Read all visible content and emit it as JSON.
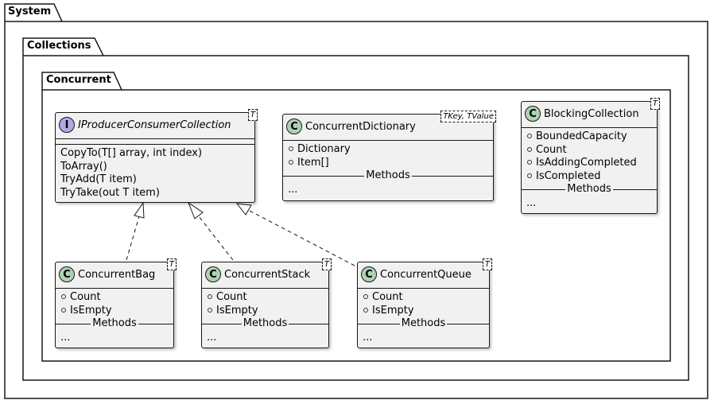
{
  "packages": {
    "system": "System",
    "collections": "Collections",
    "concurrent": "Concurrent"
  },
  "iproducer": {
    "badge": "I",
    "name": "IProducerConsumerCollection",
    "tparam": "T",
    "ops": [
      "CopyTo(T[] array, int index)",
      "ToArray()",
      "TryAdd(T item)",
      "TryTake(out T item)"
    ]
  },
  "dictionary": {
    "badge": "C",
    "name": "ConcurrentDictionary",
    "tparam": "TKey, TValue",
    "attrs": [
      "Dictionary",
      "Item[]"
    ],
    "methods_label": "Methods",
    "methods": "..."
  },
  "blocking": {
    "badge": "C",
    "name": "BlockingCollection",
    "tparam": "T",
    "attrs": [
      "BoundedCapacity",
      "Count",
      "IsAddingCompleted",
      "IsCompleted"
    ],
    "methods_label": "Methods",
    "methods": "..."
  },
  "bag": {
    "badge": "C",
    "name": "ConcurrentBag",
    "tparam": "T",
    "attrs": [
      "Count",
      "IsEmpty"
    ],
    "methods_label": "Methods",
    "methods": "..."
  },
  "stack": {
    "badge": "C",
    "name": "ConcurrentStack",
    "tparam": "T",
    "attrs": [
      "Count",
      "IsEmpty"
    ],
    "methods_label": "Methods",
    "methods": "..."
  },
  "queue": {
    "badge": "C",
    "name": "ConcurrentQueue",
    "tparam": "T",
    "attrs": [
      "Count",
      "IsEmpty"
    ],
    "methods_label": "Methods",
    "methods": "..."
  },
  "colors": {
    "class_fill": "#f1f1f1",
    "class_badge": "#add1b2",
    "interface_badge": "#b4a7e5",
    "line": "#181818"
  }
}
